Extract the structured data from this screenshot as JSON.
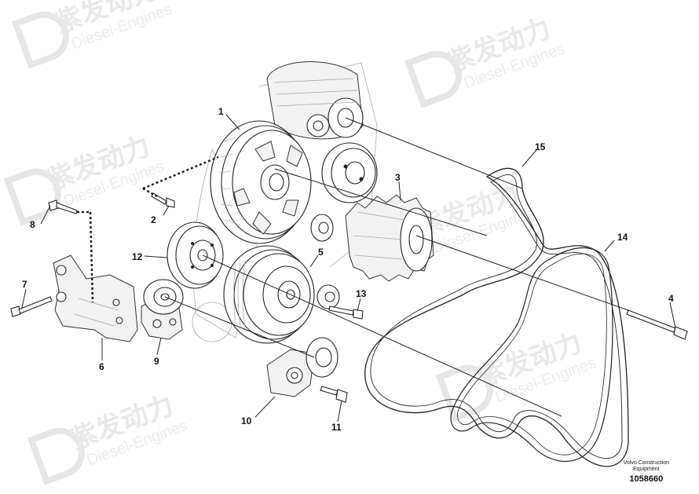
{
  "watermark": {
    "brand_cn": "紫发动力",
    "brand_en": "Diesel-Engines"
  },
  "callouts": {
    "c1": "1",
    "c2": "2",
    "c3": "3",
    "c4": "4",
    "c5": "5",
    "c6": "6",
    "c7": "7",
    "c8": "8",
    "c9": "9",
    "c10": "10",
    "c11": "11",
    "c12": "12",
    "c13": "13",
    "c14": "14",
    "c15": "15"
  },
  "caption": {
    "line1": "Volvo Construction",
    "line2": "Equipment",
    "figure_number": "1058660"
  }
}
